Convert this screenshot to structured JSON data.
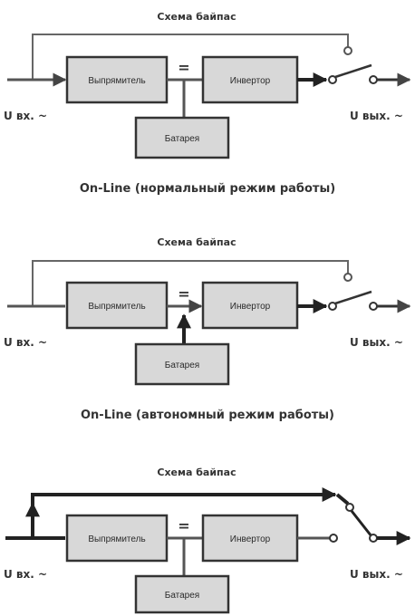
{
  "diagrams": [
    {
      "bypass_label": "Схема байпас",
      "rectifier_label": "Выпрямитель",
      "eq_sign": "=",
      "inverter_label": "Инвертор",
      "battery_label": "Батарея",
      "input_label": "U вх. ~",
      "output_label": "U вых. ~",
      "caption": "On-Line (нормальный режим работы)"
    },
    {
      "bypass_label": "Схема байпас",
      "rectifier_label": "Выпрямитель",
      "eq_sign": "=",
      "inverter_label": "Инвертор",
      "battery_label": "Батарея",
      "input_label": "U вх. ~",
      "output_label": "U вых. ~",
      "caption": "On-Line (автономный режим работы)"
    },
    {
      "bypass_label": "Схема байпас",
      "rectifier_label": "Выпрямитель",
      "eq_sign": "=",
      "inverter_label": "Инвертор",
      "battery_label": "Батарея",
      "input_label": "U вх. ~",
      "output_label": "U вых. ~"
    }
  ]
}
